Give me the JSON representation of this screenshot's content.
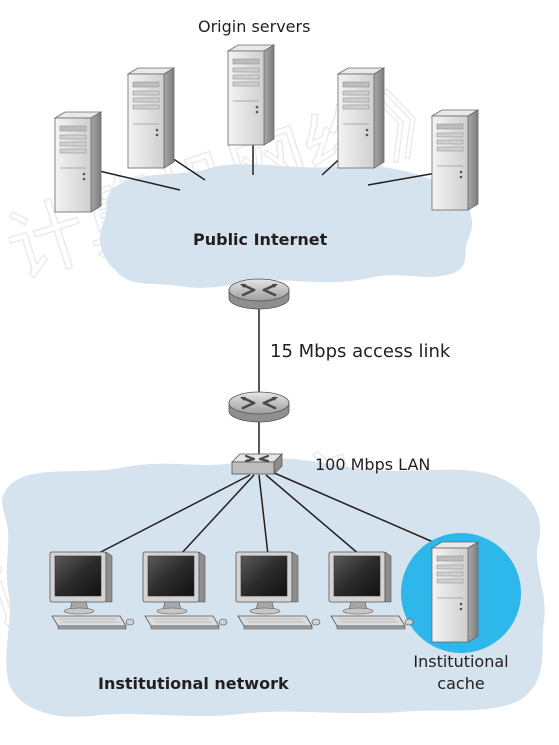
{
  "labels": {
    "origin_servers": "Origin servers",
    "public_internet": "Public Internet",
    "access_link": "15 Mbps access link",
    "lan": "100 Mbps LAN",
    "institutional_network": "Institutional network",
    "institutional_cache_line1": "Institutional",
    "institutional_cache_line2": "cache"
  },
  "watermark": "计算机网络》 计算机学院",
  "colors": {
    "cloud_fill": "#d5e3ee",
    "cache_highlight": "#2db7ea",
    "line": "#231f20",
    "text": "#231f20"
  },
  "icons": [
    "server-icon",
    "router-icon",
    "switch-icon",
    "desktop-computer-icon"
  ]
}
